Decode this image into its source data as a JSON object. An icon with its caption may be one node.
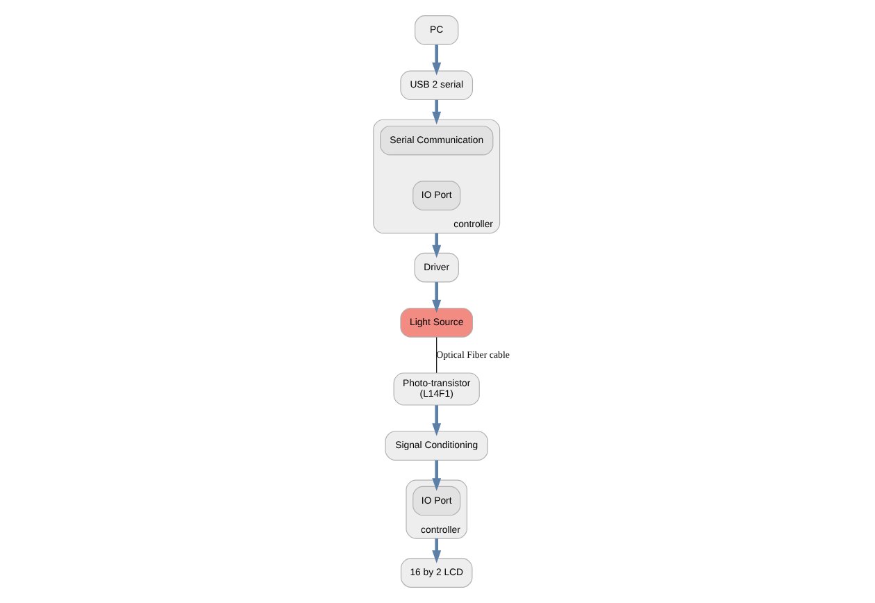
{
  "diagram": {
    "nodes": [
      {
        "text": [
          "PC"
        ]
      },
      {
        "text": [
          "USB 2 serial"
        ]
      },
      {
        "text": [
          "controller"
        ]
      },
      {
        "text": [
          "Serial Communication"
        ],
        "in": 2
      },
      {
        "text": [
          "IO Port"
        ],
        "in": 2
      },
      {
        "text": [
          "Driver"
        ]
      },
      {
        "text": [
          "Light Source"
        ]
      },
      {
        "text": [
          "Photo-transistor",
          "(L14F1)"
        ]
      },
      {
        "text": [
          "Signal Conditioning"
        ]
      },
      {
        "text": [
          "controller"
        ]
      },
      {
        "text": [
          "IO Port"
        ],
        "in": 9
      },
      {
        "text": [
          "16 by 2 LCD"
        ]
      }
    ],
    "edges": [
      {
        "from": 0,
        "to": 1,
        "arrow": "to"
      },
      {
        "from": 1,
        "to": 2,
        "arrow": "to"
      },
      {
        "from": 2,
        "to": 5,
        "arrow": "to"
      },
      {
        "from": 5,
        "to": 6,
        "arrow": "to"
      },
      {
        "from": 6,
        "to": 7,
        "arrow": "none",
        "label": "Optical Fiber cable",
        "color": "#000000"
      },
      {
        "from": 7,
        "to": 8,
        "arrow": "to"
      },
      {
        "from": 8,
        "to": 10,
        "arrow": "to"
      },
      {
        "from": 9,
        "to": 11,
        "arrow": "to"
      }
    ]
  }
}
